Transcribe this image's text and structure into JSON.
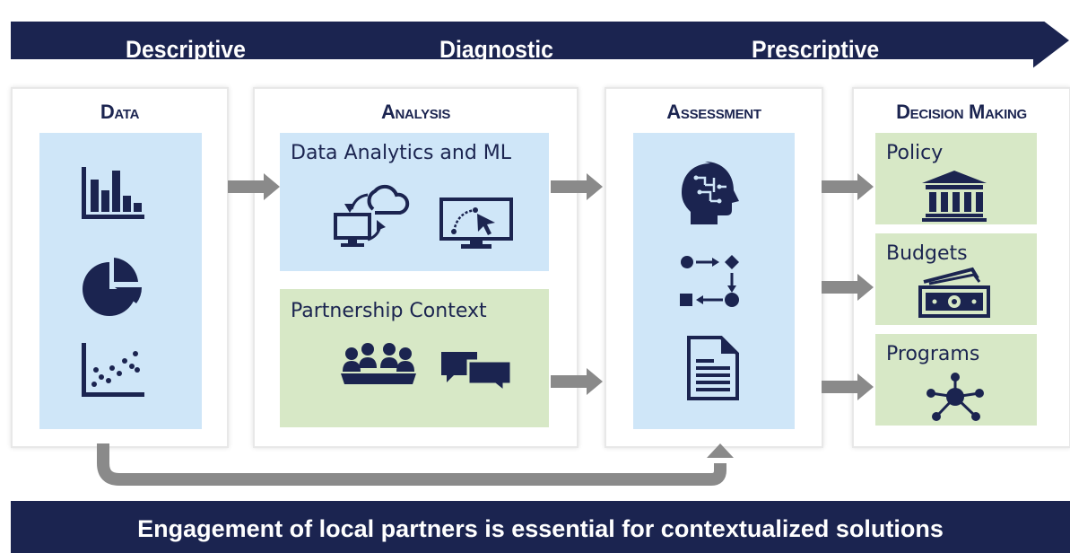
{
  "banner": {
    "stages": [
      "Descriptive",
      "Diagnostic",
      "Prescriptive"
    ]
  },
  "columns": {
    "data": {
      "title": "Data",
      "icons": [
        "bar-chart-icon",
        "pie-chart-icon",
        "scatter-plot-icon"
      ]
    },
    "analysis": {
      "title": "Analysis",
      "analytics_label": "Data Analytics and ML",
      "analytics_icons": [
        "cloud-sync-icon",
        "monitor-cursor-icon"
      ],
      "partnership_label": "Partnership Context",
      "partnership_icons": [
        "group-meeting-icon",
        "chat-bubbles-icon"
      ]
    },
    "assessment": {
      "title": "Assessment",
      "icons": [
        "brain-head-icon",
        "process-flow-icon",
        "document-icon"
      ]
    },
    "decision": {
      "title": "Decision Making",
      "items": [
        {
          "label": "Policy",
          "icon": "government-building-icon"
        },
        {
          "label": "Budgets",
          "icon": "money-stack-icon"
        },
        {
          "label": "Programs",
          "icon": "network-hub-icon"
        }
      ]
    }
  },
  "footer": {
    "text": "Engagement of local partners is essential for contextualized solutions"
  },
  "colors": {
    "navy": "#1b2450",
    "blue_box": "#cfe6f8",
    "green_box": "#d7e8c6",
    "arrow_gray": "#8a8a8a"
  }
}
